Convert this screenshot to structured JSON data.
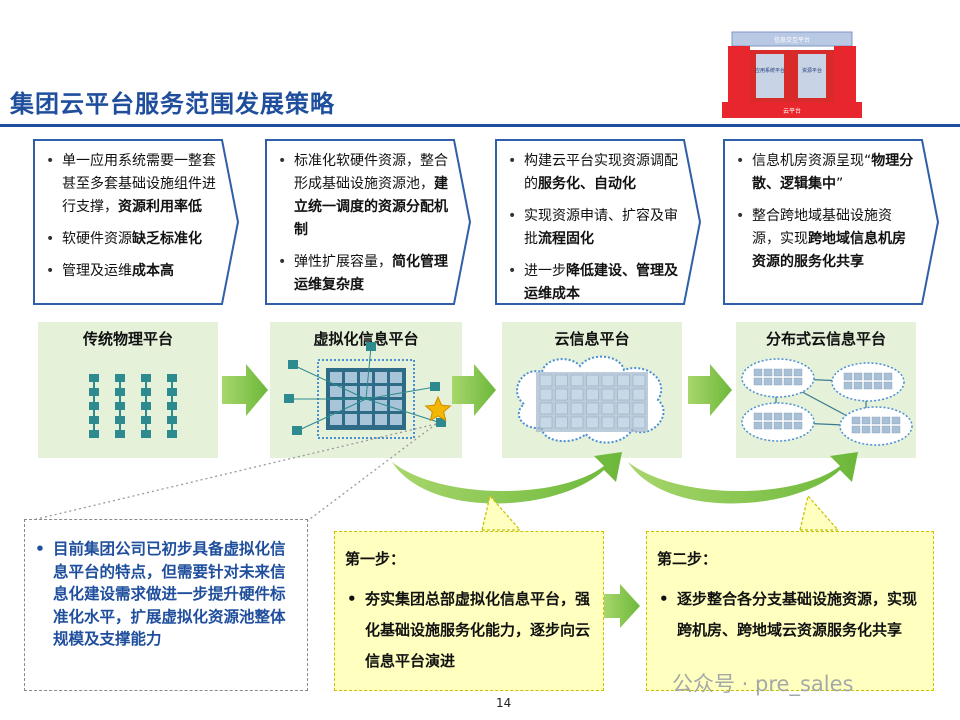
{
  "page": {
    "title": "集团云平台服务范围发展策略",
    "page_number": "14",
    "watermark": "公众号 · pre_sales"
  },
  "logo_graphic": {
    "top_label": "信息交互平台",
    "left_label": "应用系统平台",
    "right_label": "资源平台",
    "bottom_label": "云平台"
  },
  "callouts": [
    {
      "items": [
        [
          {
            "t": "单一应用系统需要一整套甚至多套基础设施组件进行支撑，"
          },
          {
            "t": "资源利用率低",
            "b": true
          }
        ],
        [
          {
            "t": "软硬件资源"
          },
          {
            "t": "缺乏标准化",
            "b": true
          }
        ],
        [
          {
            "t": "管理及运维"
          },
          {
            "t": "成本高",
            "b": true
          }
        ]
      ]
    },
    {
      "items": [
        [
          {
            "t": "标准化软硬件资源，整合形成基础设施资源池，"
          },
          {
            "t": "建立统一调度的资源分配机制",
            "b": true
          }
        ],
        [
          {
            "t": "弹性扩展容量，"
          },
          {
            "t": "简化管理运维复杂度",
            "b": true
          }
        ]
      ]
    },
    {
      "items": [
        [
          {
            "t": "构建云平台实现资源调配的"
          },
          {
            "t": "服务化、自动化",
            "b": true
          }
        ],
        [
          {
            "t": "实现资源申请、扩容及审批"
          },
          {
            "t": "流程固化",
            "b": true
          }
        ],
        [
          {
            "t": "进一步"
          },
          {
            "t": "降低建设、管理及运维成本",
            "b": true
          }
        ]
      ]
    },
    {
      "items": [
        [
          {
            "t": "信息机房资源呈现“"
          },
          {
            "t": "物理分散、逻辑集中",
            "b": true
          },
          {
            "t": "”"
          }
        ],
        [
          {
            "t": "整合跨地域基础设施资源，实现"
          },
          {
            "t": "跨地域信息机房资源的服务化共享",
            "b": true
          }
        ]
      ]
    }
  ],
  "stages": [
    {
      "label": "传统物理平台"
    },
    {
      "label": "虚拟化信息平台"
    },
    {
      "label": "云信息平台"
    },
    {
      "label": "分布式云信息平台"
    }
  ],
  "note": {
    "text": "目前集团公司已初步具备虚拟化信息平台的特点，但需要针对未来信息化建设需求做进一步提升硬件标准化水平，扩展虚拟化资源池整体规模及支撑能力"
  },
  "steps": [
    {
      "heading": "第一步：",
      "body": "夯实集团总部虚拟化信息平台，强化基础设施服务化能力，逐步向云信息平台演进"
    },
    {
      "heading": "第二步：",
      "body": "逐步整合各分支基础设施资源，实现跨机房、跨地域云资源服务化共享"
    }
  ],
  "colors": {
    "title_blue": "#1f4e9c",
    "callout_border": "#2e5fa8",
    "arrow_green": "#7cc242",
    "step_fill": "#ffffbf",
    "note_text": "#1f4e9c",
    "logo_red": "#e8262d",
    "cloud_dots": "#4a8fd4"
  }
}
